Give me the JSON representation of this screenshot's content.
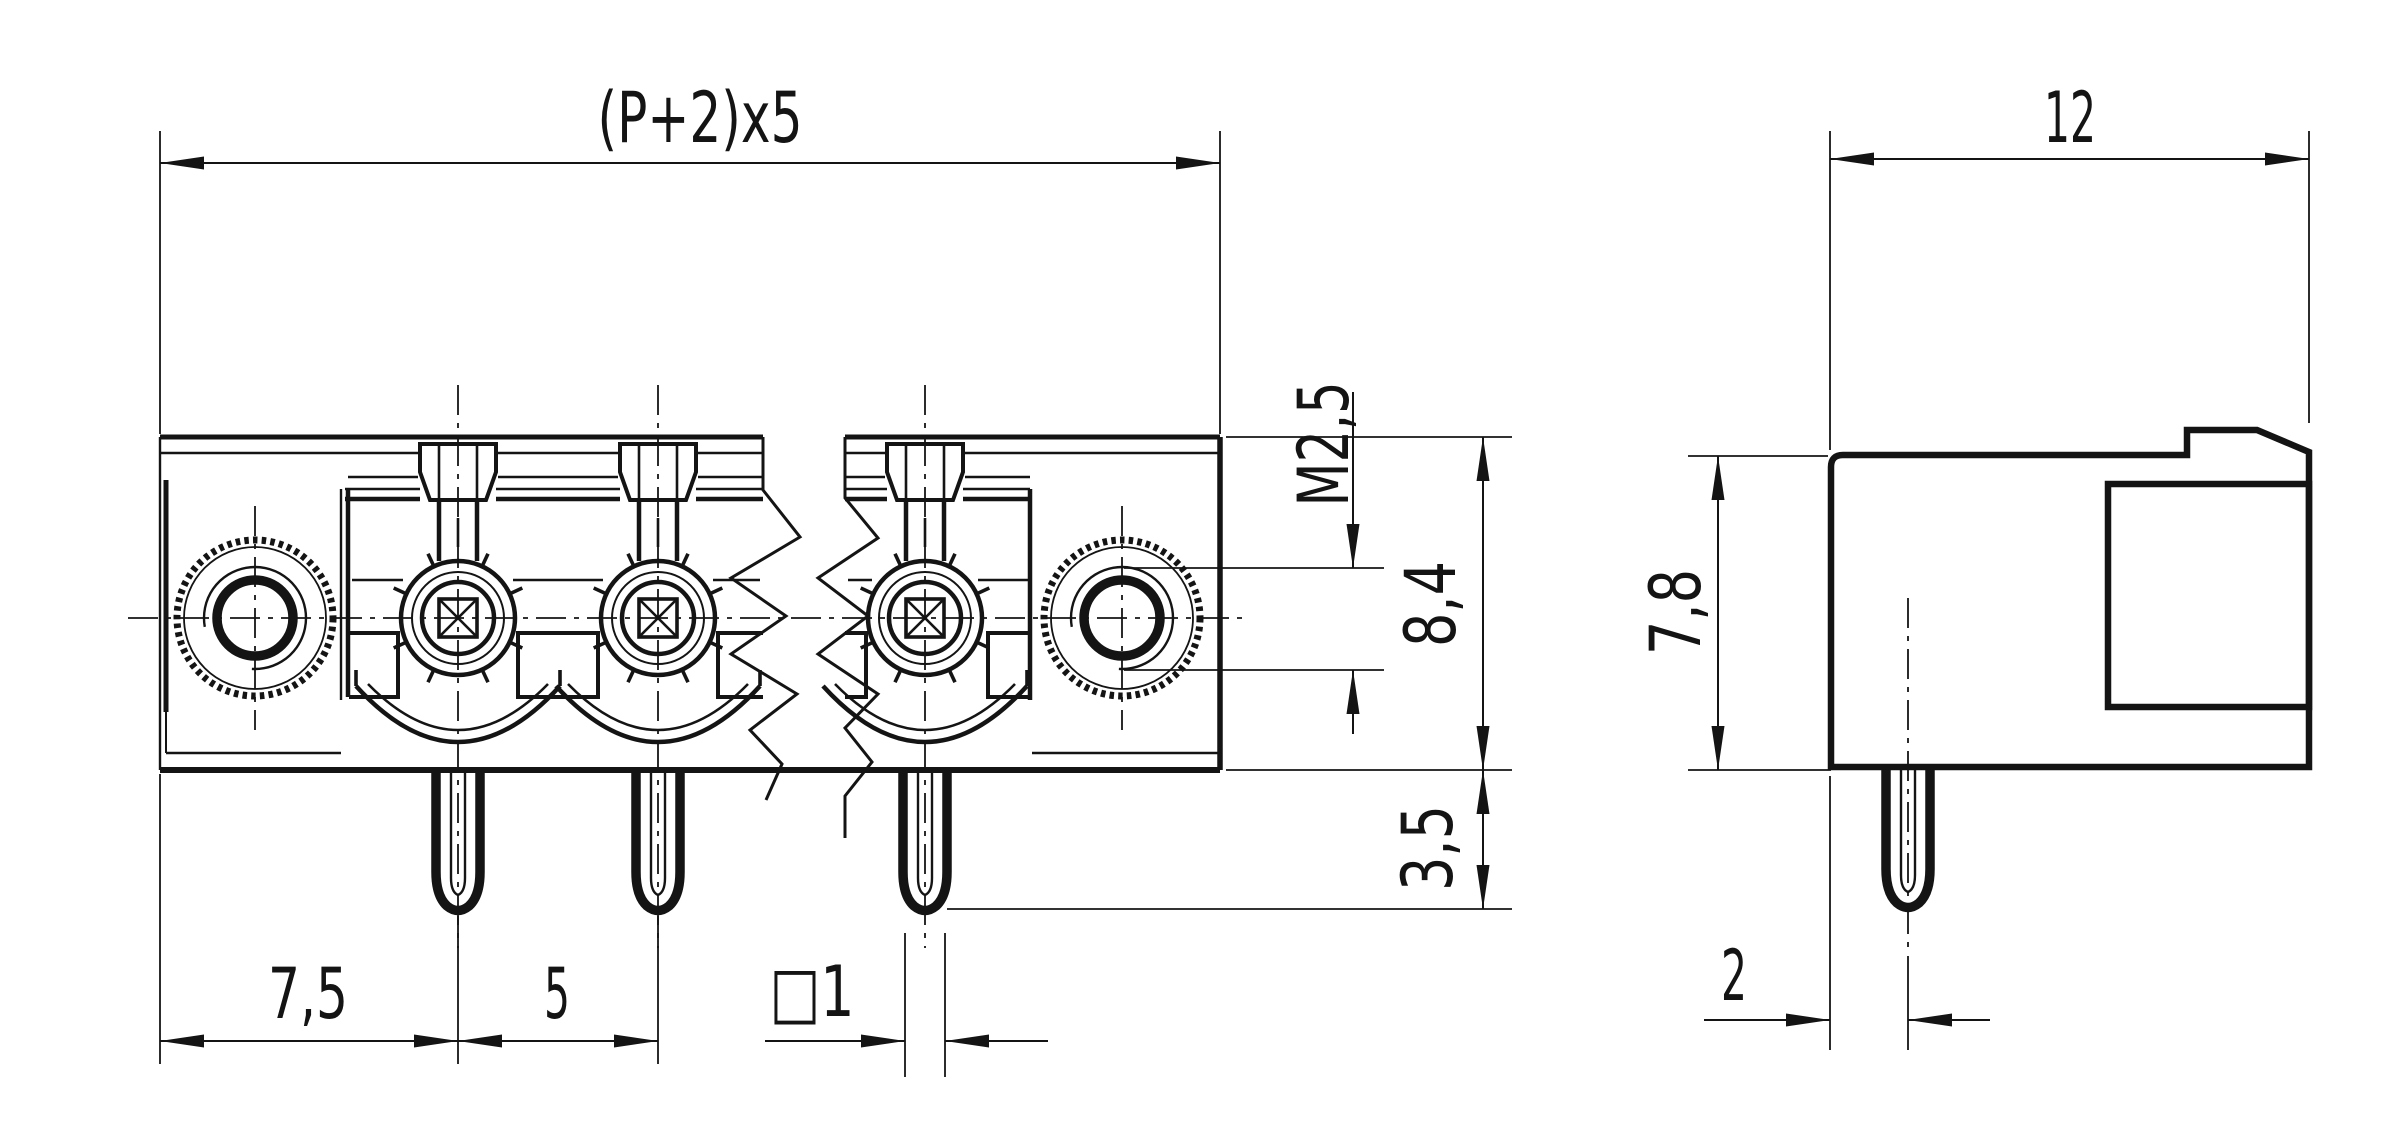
{
  "drawing": {
    "colors": {
      "ink": "#141414",
      "background": "#ffffff"
    },
    "front_view": {
      "labels": {
        "overall_width": "(P+2)x5",
        "first_pin_offset": "7,5",
        "pin_pitch": "5",
        "pin_square": "□1",
        "screw_thread": "M2,5",
        "body_height": "8,4",
        "pin_length": "3,5"
      }
    },
    "side_view": {
      "labels": {
        "overall_depth": "12",
        "body_height": "7,8",
        "pin_offset": "2"
      }
    }
  }
}
